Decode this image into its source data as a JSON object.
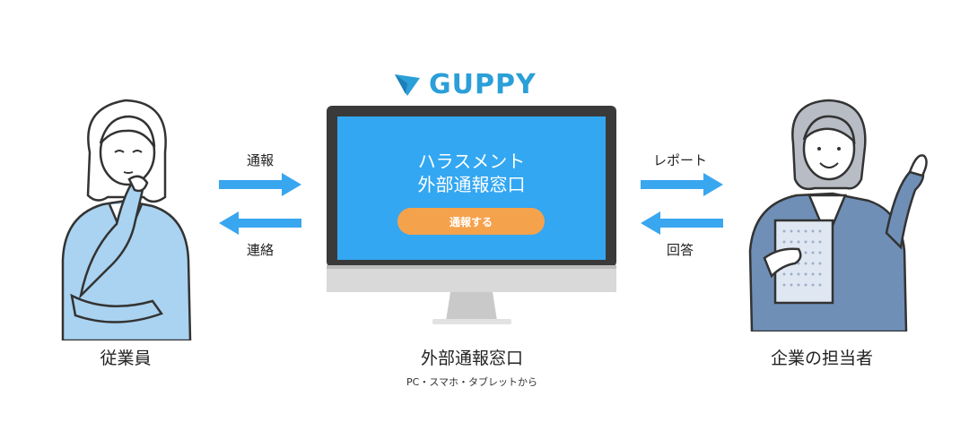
{
  "logo": {
    "text": "GUPPY",
    "color": "#2a9fd8"
  },
  "screen": {
    "title_line1": "ハラスメント",
    "title_line2": "外部通報窓口",
    "button_label": "通報する",
    "bg_color": "#33a7f2",
    "button_color": "#f5a24c"
  },
  "arrows": {
    "left_top": "通報",
    "left_bottom": "連絡",
    "right_top": "レポート",
    "right_bottom": "回答",
    "color": "#39a6f0"
  },
  "captions": {
    "employee": "従業員",
    "center": "外部通報窓口",
    "center_sub": "PC・スマホ・タブレットから",
    "company": "企業の担当者"
  }
}
